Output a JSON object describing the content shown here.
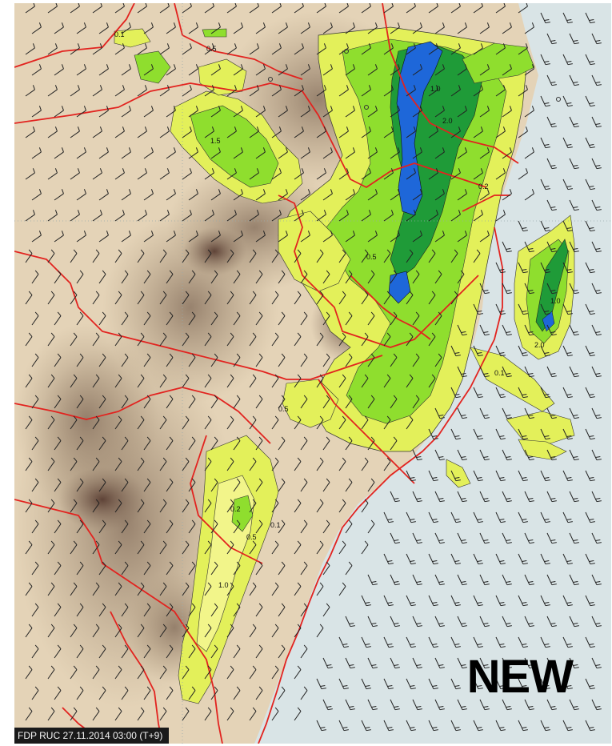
{
  "map": {
    "run_label": "FDP RUC 27.11.2014 03:00 (T+9)",
    "badge_label": "NEW",
    "contour_labels": [
      "0.1",
      "0.5",
      "1.0",
      "2.0",
      "0.2",
      "1.5",
      "0.5",
      "0.1",
      "1.0",
      "2.0",
      "0.2",
      "0.5",
      "1.0",
      "0.1",
      "0.5"
    ],
    "colors": {
      "ocean": "#d9e4e6",
      "land_light": "#e4d3b7",
      "land_mid": "#cdb894",
      "terrain_dark": "#8a7461",
      "terrain_darkest": "#5a3e33",
      "rain_light": "#f2f58a",
      "rain_yellow": "#e3f05a",
      "rain_green": "#8fde2e",
      "rain_dark_green": "#1f9b38",
      "rain_blue": "#1e67d9",
      "boundary": "#e2231f",
      "wind_barb": "#222222"
    },
    "icons": [
      "wind-barb-icon",
      "station-circle-icon"
    ]
  }
}
